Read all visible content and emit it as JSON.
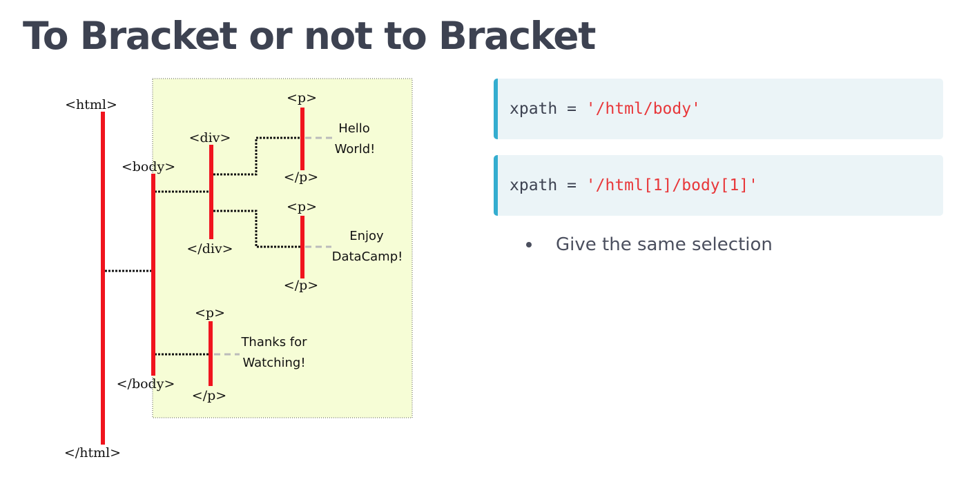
{
  "slide": {
    "title": "To Bracket or not to Bracket"
  },
  "diagram": {
    "tags": {
      "html_open": "<html>",
      "html_close": "</html>",
      "body_open": "<body>",
      "body_close": "</body>",
      "div_open": "<div>",
      "div_close": "</div>",
      "p1_open": "<p>",
      "p1_close": "</p>",
      "p2_open": "<p>",
      "p2_close": "</p>",
      "p3_open": "<p>",
      "p3_close": "</p>"
    },
    "texts": {
      "p1_line1": "Hello",
      "p1_line2": "World!",
      "p2_line1": "Enjoy",
      "p2_line2": "DataCamp!",
      "p3_line1": "Thanks for",
      "p3_line2": "Watching!"
    },
    "colors": {
      "element_bar": "#f0141e",
      "body_region": "#f6fdd6",
      "text_connector": "#bbbbbb"
    }
  },
  "code_blocks": [
    {
      "prefix": "xpath = ",
      "string": "'/html/body'"
    },
    {
      "prefix": "xpath = ",
      "string": "'/html[1]/body[1]'"
    }
  ],
  "bullets": [
    "Give the same selection"
  ],
  "colors": {
    "title": "#3d4251",
    "code_bg": "#ebf4f7",
    "code_accent": "#34adcf",
    "code_string": "#e8373a"
  }
}
